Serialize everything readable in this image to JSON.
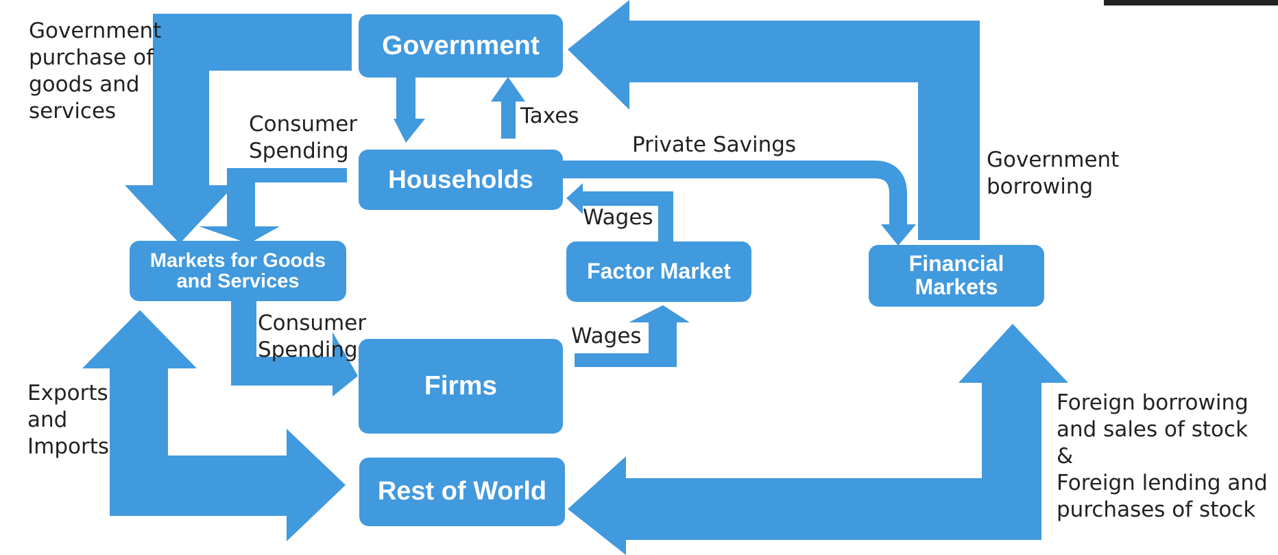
{
  "diagram": {
    "accent_color": "#4199de",
    "boxes": {
      "government": "Government",
      "households": "Households",
      "markets": "Markets for Goods\nand Services",
      "factor_market": "Factor Market",
      "financial_markets": "Financial\nMarkets",
      "firms": "Firms",
      "rest_of_world": "Rest of World"
    },
    "labels": {
      "gov_purchase": "Government\npurchase of\ngoods and\nservices",
      "consumer_spending_top": "Consumer\nSpending",
      "taxes": "Taxes",
      "private_savings": "Private Savings",
      "gov_borrowing": "Government\nborrowing",
      "wages_top": "Wages",
      "consumer_spending_bottom": "Consumer\nSpending",
      "wages_bottom": "Wages",
      "exports_imports": "Exports\nand\nImports",
      "foreign": "Foreign borrowing\nand sales of stock\n&\nForeign lending and\npurchases of stock"
    }
  }
}
